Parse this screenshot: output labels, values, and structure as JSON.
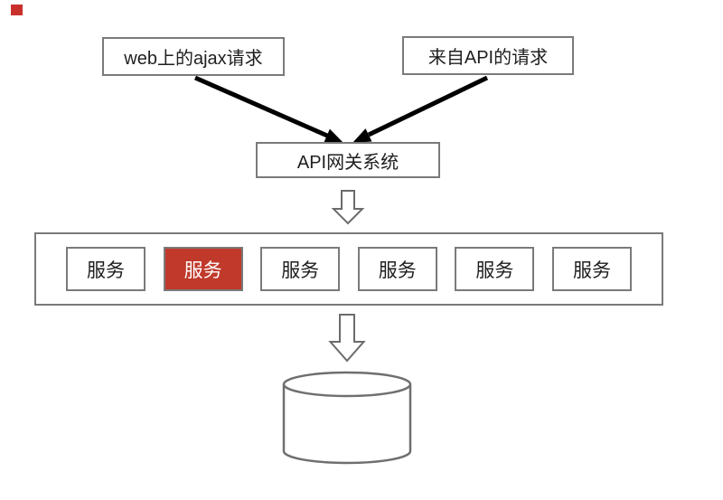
{
  "sources": [
    {
      "label": "web上的ajax请求"
    },
    {
      "label": "来自API的请求"
    }
  ],
  "gateway": {
    "label": "API网关系统"
  },
  "services": {
    "items": [
      {
        "label": "服务",
        "highlighted": false
      },
      {
        "label": "服务",
        "highlighted": true
      },
      {
        "label": "服务",
        "highlighted": false
      },
      {
        "label": "服务",
        "highlighted": false
      },
      {
        "label": "服务",
        "highlighted": false
      },
      {
        "label": "服务",
        "highlighted": false
      }
    ],
    "highlight_color": "#c0392b",
    "highlight_text_color": "#ffffff"
  },
  "database": {
    "icon": "database-cylinder-icon"
  },
  "colors": {
    "box_border": "#7a7a7a",
    "text": "#1f1f1f",
    "solid_arrow": "#000000",
    "outline_arrow": "#6b6b6b",
    "marker_red": "#c9302c"
  }
}
